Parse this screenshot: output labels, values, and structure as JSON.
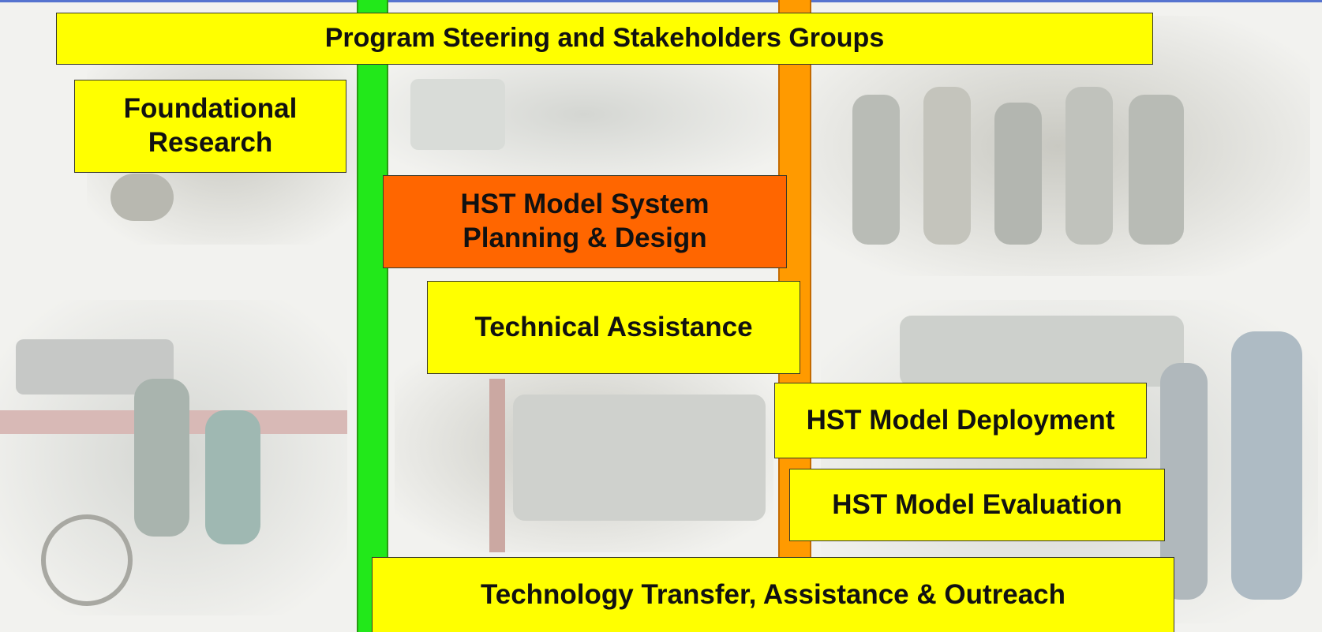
{
  "diagram": {
    "title": "",
    "colors": {
      "box_yellow": "#ffff00",
      "box_orange": "#ff6600",
      "bar_green": "#22e81a",
      "bar_orange": "#ff9a00"
    },
    "boxes": {
      "steering": "Program Steering and Stakeholders Groups",
      "research": "Foundational\nResearch",
      "planning": "HST Model System\nPlanning & Design",
      "technical": "Technical Assistance",
      "deployment": "HST Model Deployment",
      "evaluation": "HST Model Evaluation",
      "transfer": "Technology Transfer, Assistance & Outreach"
    },
    "background": "faded collage of transit buses and riders"
  }
}
